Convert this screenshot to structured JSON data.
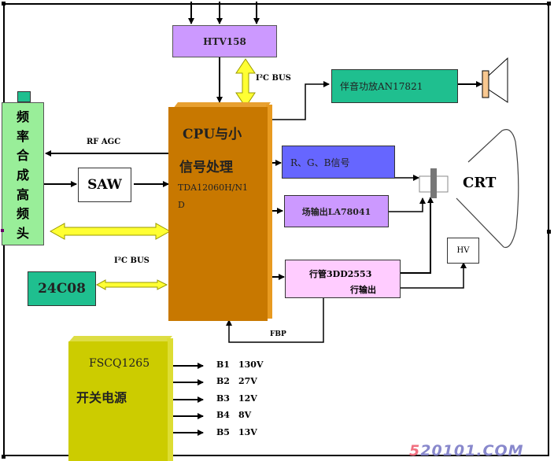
{
  "diagram": {
    "blocks": {
      "htv158": {
        "label": "HTV158",
        "color": "#cc99ff"
      },
      "audio_amp": {
        "label": "伴音功放AN17821",
        "color": "#1fbf8f"
      },
      "tuner": {
        "label_chars": [
          "频",
          "率",
          "合",
          "成",
          "高",
          "频",
          "头"
        ],
        "color": "#99ee99"
      },
      "saw": {
        "label": "SAW"
      },
      "cpu": {
        "title_line1": "CPU与小",
        "title_line2": "信号处理",
        "part": "TDA12060H/N1",
        "part_line2": "D",
        "color": "#d08000"
      },
      "rgb": {
        "label": "R、G、B信号",
        "color": "#6666ff"
      },
      "vertical": {
        "label": "场输出LA78041",
        "color": "#cc99ff"
      },
      "horizontal": {
        "label_line1": "行管3DD2553",
        "label_line2": "行输出",
        "color": "#ffccff"
      },
      "eeprom": {
        "label": "24C08",
        "color": "#1fbf8f"
      },
      "hv": {
        "label": "HV"
      },
      "crt": {
        "label": "CRT"
      },
      "psu": {
        "part": "FSCQ1265",
        "label": "开关电源",
        "color": "#cccc00"
      }
    },
    "connections": {
      "i2c_top": "I²C BUS",
      "i2c_bottom": "I²C BUS",
      "rf_agc": "RF AGC",
      "fbp": "FBP"
    },
    "power_outputs": [
      {
        "name": "B1",
        "voltage": "130V"
      },
      {
        "name": "B2",
        "voltage": "27V"
      },
      {
        "name": "B3",
        "voltage": "12V"
      },
      {
        "name": "B4",
        "voltage": "8V"
      },
      {
        "name": "B5",
        "voltage": "13V"
      }
    ],
    "watermark": {
      "part1": "5",
      "part2": "20101.COM",
      "color1": "#f07080",
      "color2": "#8888cc"
    }
  }
}
